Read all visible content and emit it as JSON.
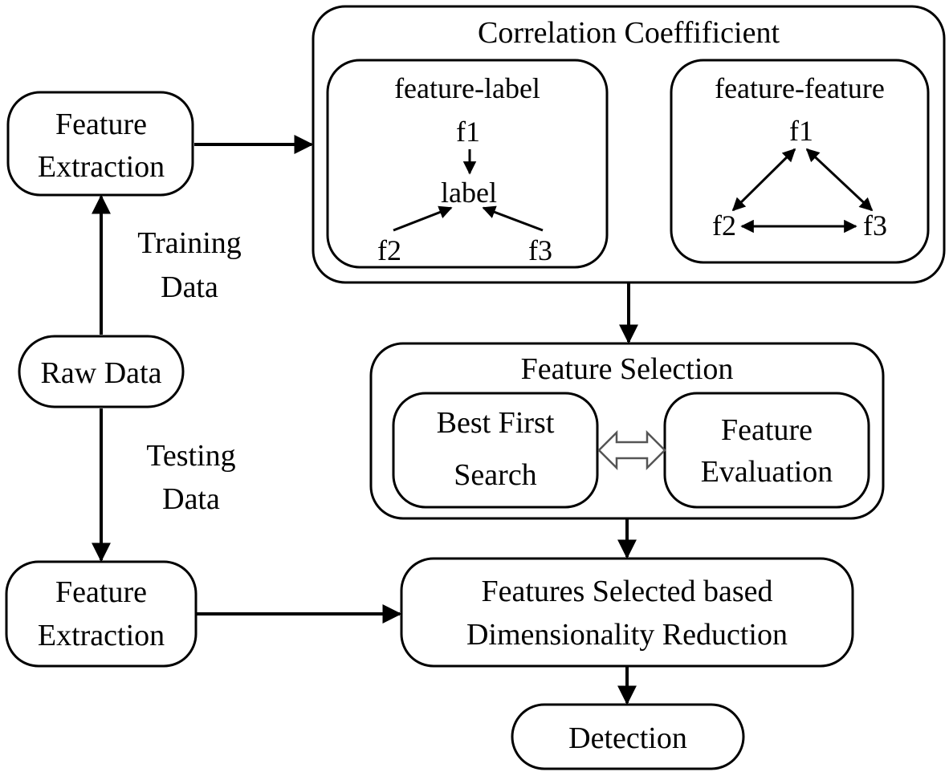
{
  "diagram": {
    "feature_extraction_top": [
      "Feature",
      "Extraction"
    ],
    "training_data": [
      "Training",
      "Data"
    ],
    "raw_data": "Raw Data",
    "testing_data": [
      "Testing",
      "Data"
    ],
    "feature_extraction_bottom": [
      "Feature",
      "Extraction"
    ],
    "correlation": {
      "title": "Correlation Coeffificient",
      "feature_label": {
        "title": "feature-label",
        "f1": "f1",
        "label": "label",
        "f2": "f2",
        "f3": "f3"
      },
      "feature_feature": {
        "title": "feature-feature",
        "f1": "f1",
        "f2": "f2",
        "f3": "f3"
      }
    },
    "feature_selection": {
      "title": "Feature Selection",
      "best_first_search": [
        "Best First",
        "Search"
      ],
      "feature_evaluation": [
        "Feature",
        "Evaluation"
      ]
    },
    "dimensionality_reduction": [
      "Features Selected based",
      "Dimensionality Reduction"
    ],
    "detection": "Detection"
  }
}
